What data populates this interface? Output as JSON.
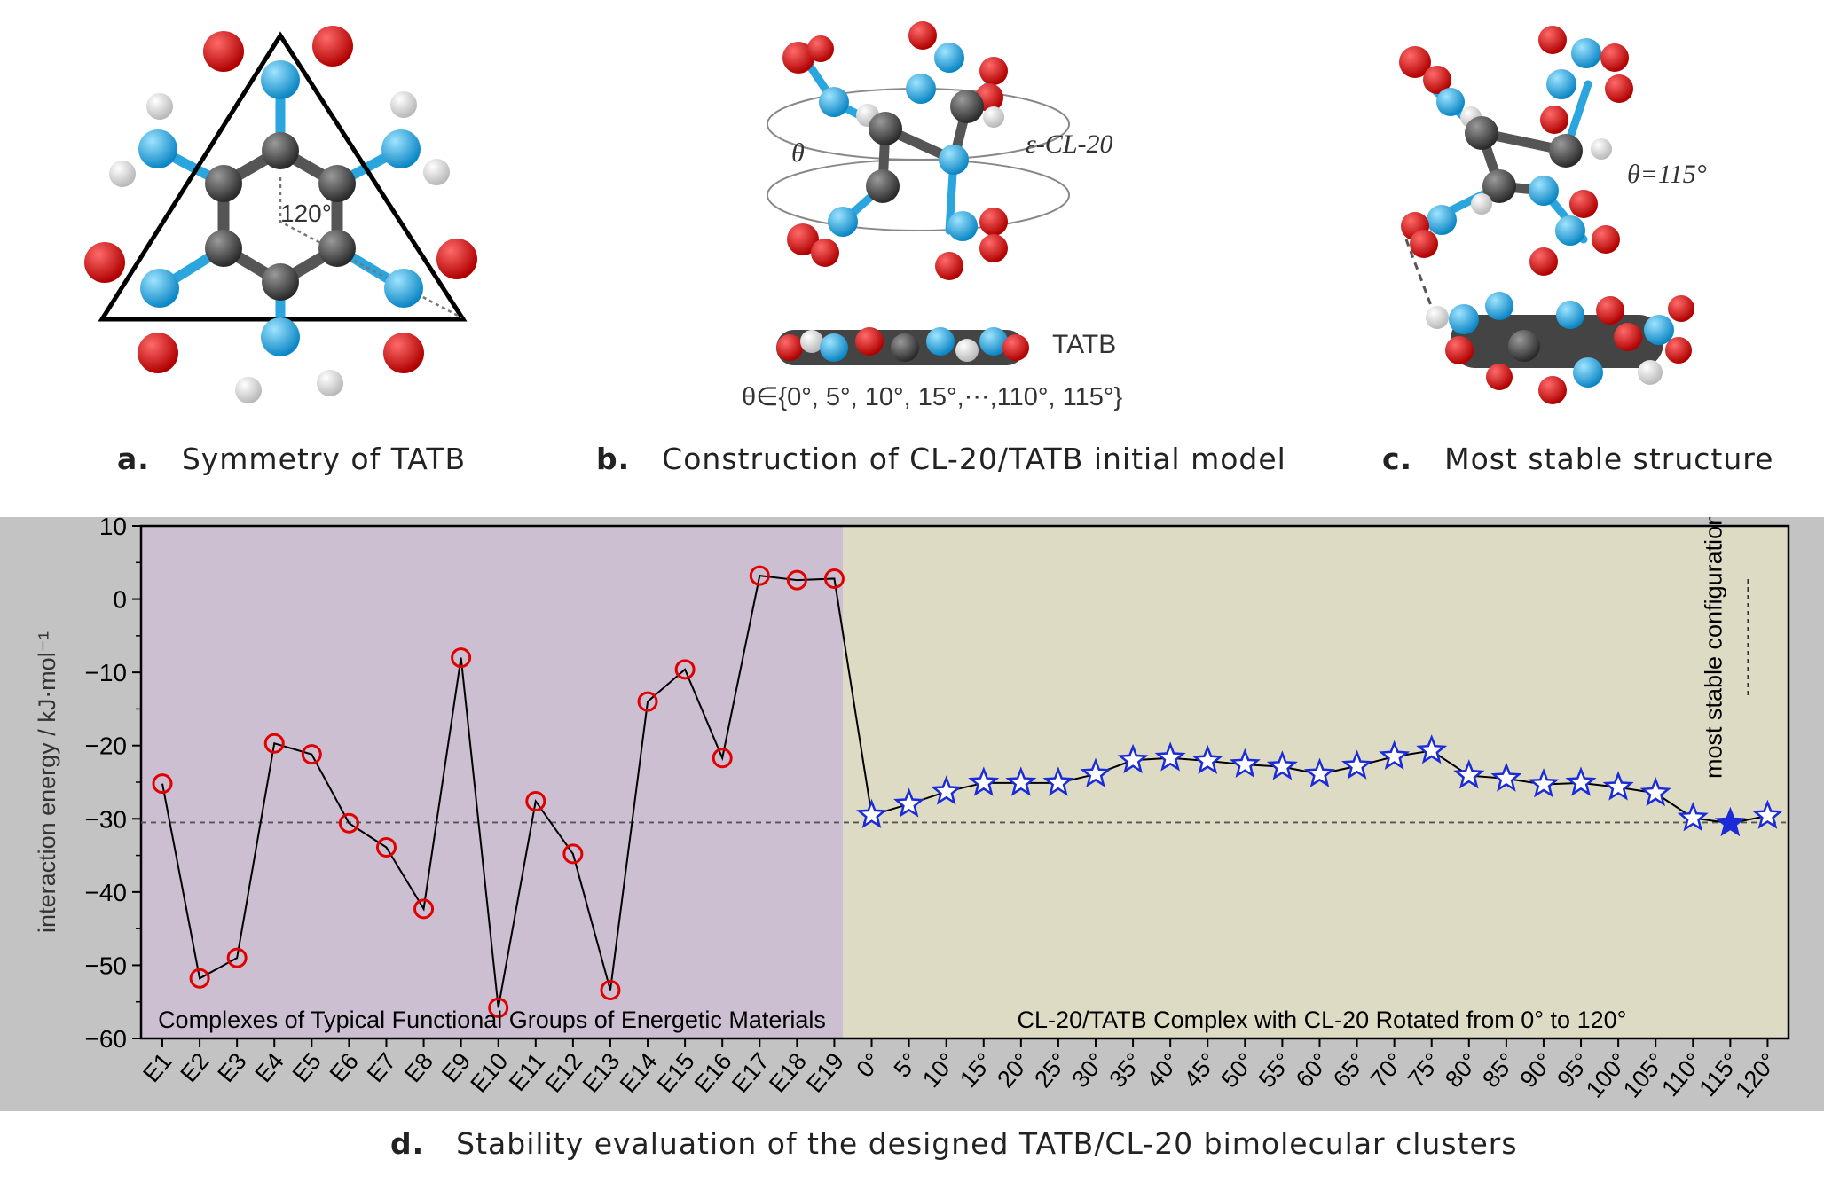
{
  "panels": {
    "a": {
      "letter": "a.",
      "caption": "Symmetry of TATB",
      "angle_label": "120°"
    },
    "b": {
      "letter": "b.",
      "caption": "Construction of CL-20/TATB initial model",
      "theta_label": "θ",
      "cl20_label": "ε-CL-20",
      "tatb_label": "TATB",
      "theta_set": "θ∈{0°, 5°, 10°, 15°,⋯,110°, 115°}"
    },
    "c": {
      "letter": "c.",
      "caption": "Most stable structure",
      "theta_value": "θ=115°"
    },
    "d": {
      "letter": "d.",
      "caption": "Stability evaluation of the designed TATB/CL-20 bimolecular clusters"
    }
  },
  "colors": {
    "plot_bg_outer": "#c3c3c3",
    "left_region": "#cbbfd1",
    "right_region": "#dedbc4",
    "circle_marker": "#e00000",
    "star_marker": "#1b2bd8",
    "line": "#000000"
  },
  "chart_data": {
    "type": "line",
    "ylabel": "interaction energy / kJ·mol⁻¹",
    "ylim": [
      -60,
      10
    ],
    "yticks": [
      10,
      0,
      -10,
      -20,
      -30,
      -40,
      -50,
      -60
    ],
    "grid": false,
    "reference_line": -30.5,
    "region_labels": [
      "Complexes of Typical Functional Groups of Energetic Materials",
      "CL-20/TATB Complex with CL-20 Rotated from 0° to 120°"
    ],
    "annotation": "most stable configuration",
    "series": [
      {
        "marker": "circle",
        "categories": [
          "E1",
          "E2",
          "E3",
          "E4",
          "E5",
          "E6",
          "E7",
          "E8",
          "E9",
          "E10",
          "E11",
          "E12",
          "E13",
          "E14",
          "E15",
          "E16",
          "E17",
          "E18",
          "E19"
        ],
        "values": [
          -25.2,
          -51.8,
          -49.0,
          -19.7,
          -21.2,
          -30.6,
          -33.9,
          -42.3,
          -8.0,
          -55.8,
          -27.6,
          -34.8,
          -53.4,
          -14.0,
          -9.6,
          -21.7,
          3.2,
          2.6,
          2.8
        ]
      },
      {
        "marker": "star",
        "categories": [
          "0°",
          "5°",
          "10°",
          "15°",
          "20°",
          "25°",
          "30°",
          "35°",
          "40°",
          "45°",
          "50°",
          "55°",
          "60°",
          "65°",
          "70°",
          "75°",
          "80°",
          "85°",
          "90°",
          "95°",
          "100°",
          "105°",
          "110°",
          "115°",
          "120°"
        ],
        "values": [
          -29.5,
          -28.0,
          -26.3,
          -25.1,
          -25.1,
          -25.1,
          -23.9,
          -22.0,
          -21.7,
          -22.1,
          -22.6,
          -22.9,
          -23.9,
          -22.8,
          -21.5,
          -20.7,
          -24.1,
          -24.5,
          -25.3,
          -25.1,
          -25.7,
          -26.5,
          -29.9,
          -30.6,
          -29.6
        ],
        "highlight_index": 23
      }
    ]
  }
}
